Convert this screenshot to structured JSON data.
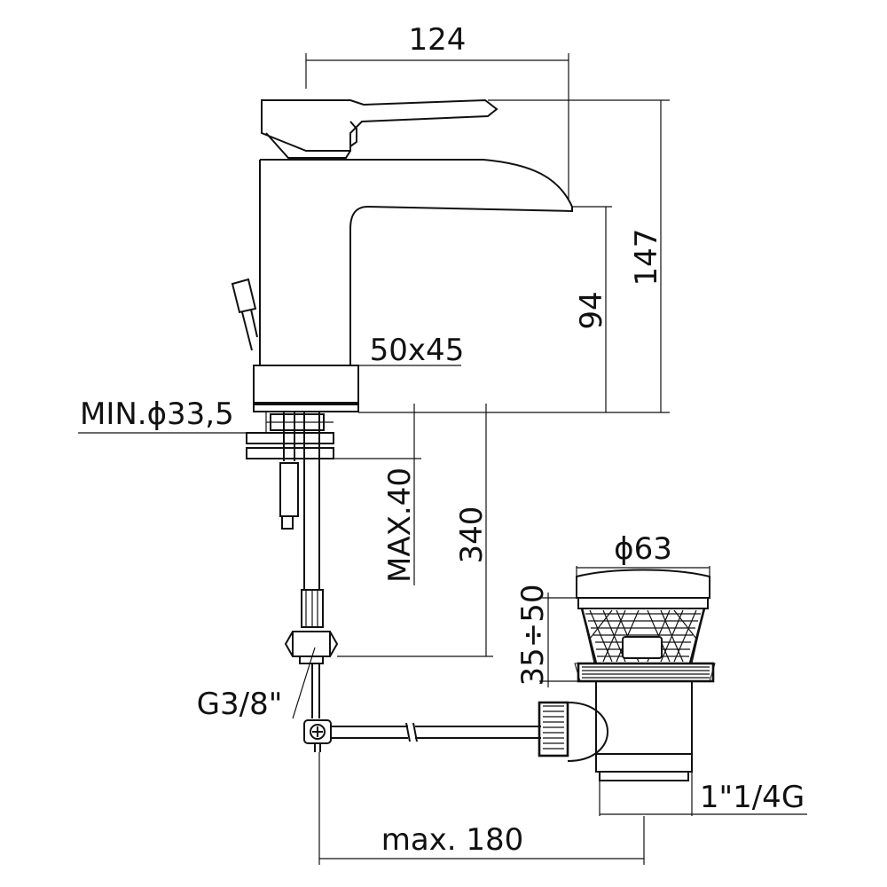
{
  "colors": {
    "line": "#111111",
    "background": "#ffffff"
  },
  "dimensions": {
    "spout_reach": "124",
    "total_height": "147",
    "spout_height": "94",
    "base_size": "50x45",
    "hole_diameter": "MIN.ϕ33,5",
    "max_deck_thickness": "MAX.40",
    "hose_length": "340",
    "waste_diameter": "ϕ63",
    "waste_range": "35÷50",
    "connection_thread": "G3/8\"",
    "waste_thread": "1\"1/4G",
    "rod_length": "max. 180"
  }
}
